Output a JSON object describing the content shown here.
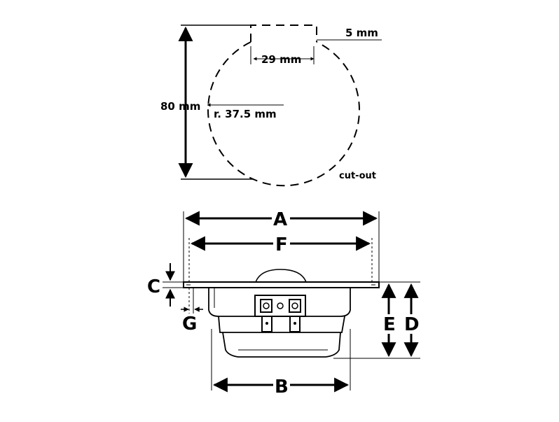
{
  "cutout": {
    "height_label": "80 mm",
    "notch_depth_label": "5 mm",
    "notch_width_label": "29 mm",
    "radius_label": "r. 37.5 mm",
    "caption": "cut-out"
  },
  "side_view": {
    "labels": {
      "a": "A",
      "b": "B",
      "c": "C",
      "d": "D",
      "e": "E",
      "f": "F",
      "g": "G"
    }
  },
  "colors": {
    "ink": "#000000",
    "background": "#ffffff"
  }
}
